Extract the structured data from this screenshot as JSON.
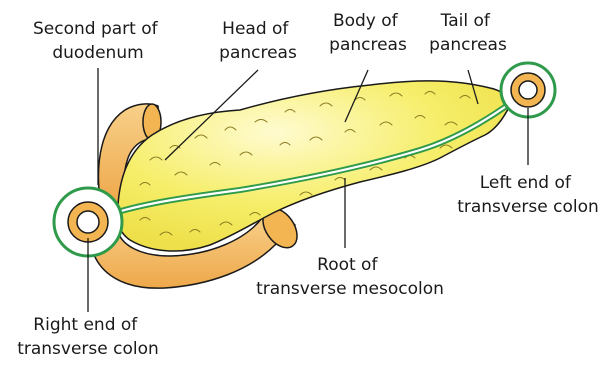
{
  "labels": {
    "duodenum": [
      "Second part of",
      "duodenum"
    ],
    "head": [
      "Head of",
      "pancreas"
    ],
    "body": [
      "Body of",
      "pancreas"
    ],
    "tail": [
      "Tail of",
      "pancreas"
    ],
    "left_colon": [
      "Left end of",
      "transverse colon"
    ],
    "root_mesocolon": [
      "Root of",
      "transverse mesocolon"
    ],
    "right_colon": [
      "Right end of",
      "transverse colon"
    ]
  },
  "colors": {
    "pancreas_fill": "#f6ee6a",
    "pancreas_highlight": "#fffbd0",
    "duodenum_fill": "#f2b552",
    "duodenum_highlight": "#f8d08a",
    "mesocolon_line": "#2e9a4a",
    "outline": "#1a1a1a"
  }
}
